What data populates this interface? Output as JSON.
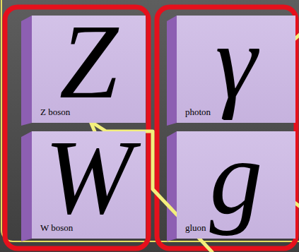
{
  "diagram": {
    "nodes": [
      {
        "text": [
          "Z",
          "Z boson"
        ]
      },
      {
        "text": [
          "γ",
          "photon"
        ]
      },
      {
        "text": [
          "W",
          "W boson"
        ]
      },
      {
        "text": [
          "g",
          "gluon"
        ]
      }
    ]
  }
}
